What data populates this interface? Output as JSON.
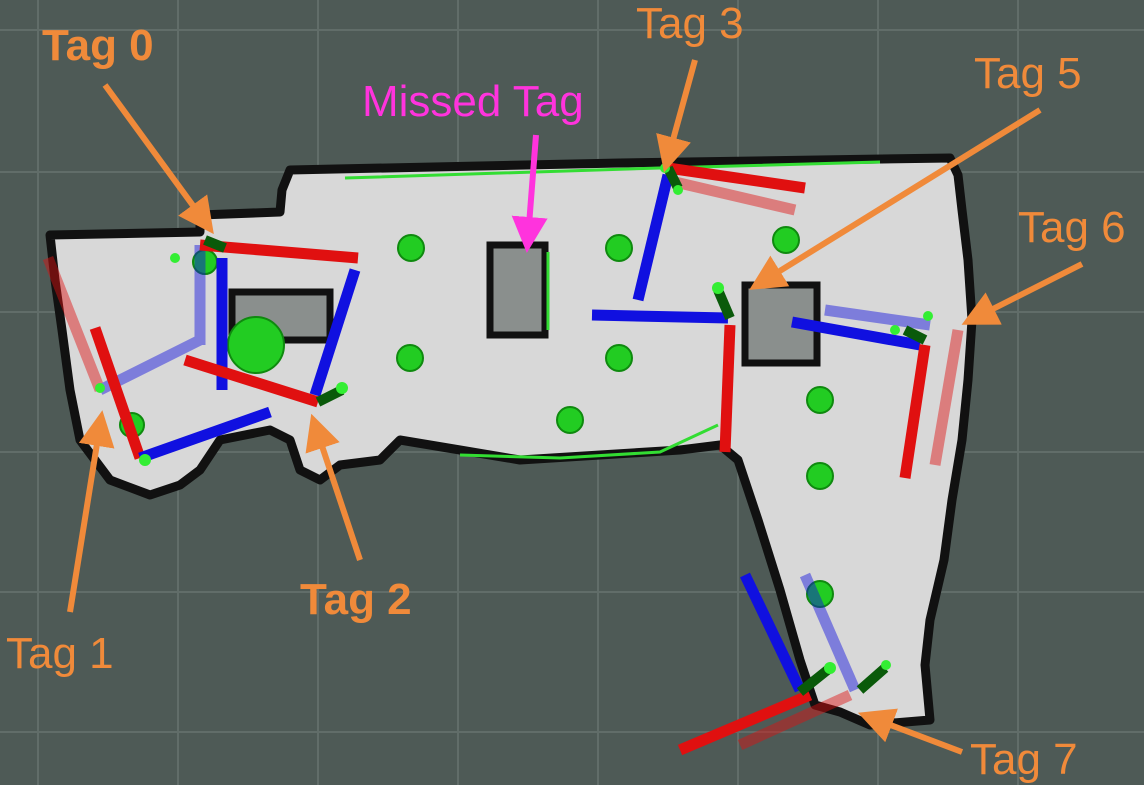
{
  "colors": {
    "background": "#4e5a56",
    "grid": "#6a7672",
    "free_space": "#d8d8d8",
    "walls": "#111111",
    "scan": "#33dd33",
    "landmark": "#22cc22",
    "axis_x": "#e01010",
    "axis_y": "#1010e0",
    "axis_z": "#0a5a0a",
    "annotation": "#f08a3a",
    "missed_annotation": "#ff33dd"
  },
  "labels": {
    "tag0": "Tag 0",
    "tag1": "Tag 1",
    "tag2": "Tag 2",
    "tag3": "Tag 3",
    "tag5": "Tag 5",
    "tag6": "Tag 6",
    "tag7": "Tag 7",
    "missed": "Missed Tag"
  },
  "icons": [
    "tag-frame-axes-icon",
    "landmark-sphere-icon",
    "arrow-icon"
  ]
}
